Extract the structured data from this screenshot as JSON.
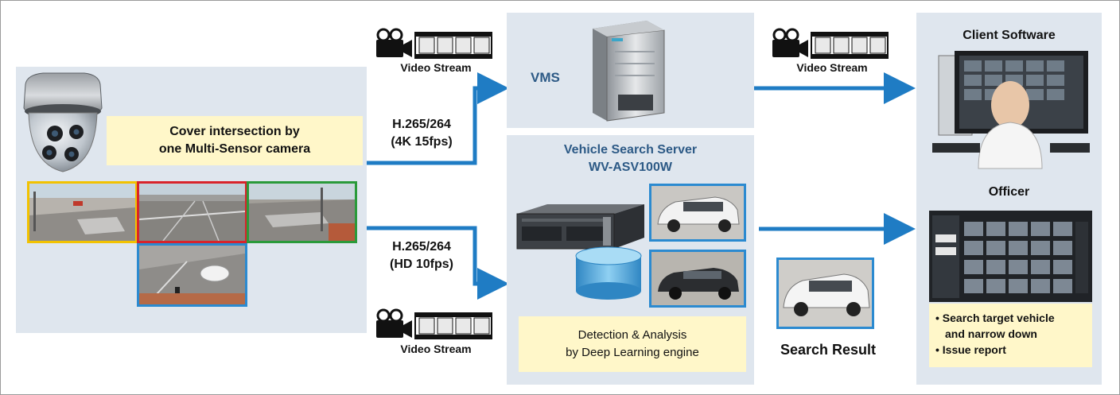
{
  "camera_panel": {
    "caption_line1": "Cover intersection by",
    "caption_line2": "one Multi-Sensor camera",
    "thumb_border_colors": [
      "#f2c200",
      "#d8232a",
      "#2a9a3a",
      "#2b8ad0"
    ]
  },
  "flows": {
    "top_codec": "H.265/264",
    "top_spec": "(4K 15fps)",
    "bottom_codec": "H.265/264",
    "bottom_spec": "(HD 10fps)"
  },
  "streams": {
    "top_left": "Video Stream",
    "top_right": "Video Stream",
    "bottom_left": "Video Stream"
  },
  "vms": {
    "label": "VMS"
  },
  "search_server": {
    "title_line1": "Vehicle Search Server",
    "title_line2": "WV-ASV100W",
    "caption_line1": "Detection & Analysis",
    "caption_line2": "by Deep Learning engine"
  },
  "search_result": {
    "label": "Search Result"
  },
  "client": {
    "title": "Client Software",
    "officer": "Officer",
    "bullets": [
      "Search target vehicle",
      "and narrow down",
      "Issue report"
    ]
  },
  "colors": {
    "arrow": "#1f7cc4",
    "panel": "#dfe6ee",
    "note": "#fff7c9",
    "title_blue": "#2d5a86"
  }
}
